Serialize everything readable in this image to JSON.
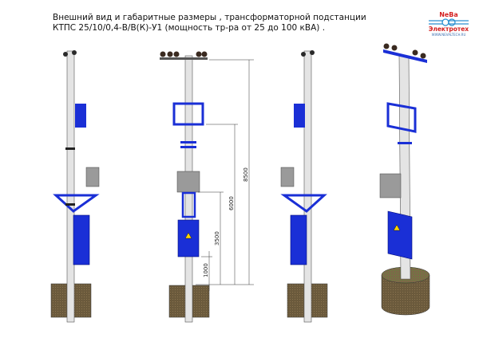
{
  "title": {
    "line1": "Внешний вид и габаритные размеры , трансформаторной подстанции",
    "line2": "КТПС 25/10/0,4-В/В(К)-У1 (мощность тр-ра от 25 до 100 кВА) ."
  },
  "logo": {
    "name": "NeBa",
    "subtitle": "Электротех",
    "url": "WWW.NEVALTECH.RU"
  },
  "dimensions": {
    "d8500": "8500",
    "d6000": "6000",
    "d3500": "3500",
    "d1000": "1000"
  },
  "colors": {
    "cabinet": "#1a2fd6",
    "pole": "#e4e4e4",
    "base": "#6b5a3c",
    "transformer": "#9a9a9a"
  }
}
